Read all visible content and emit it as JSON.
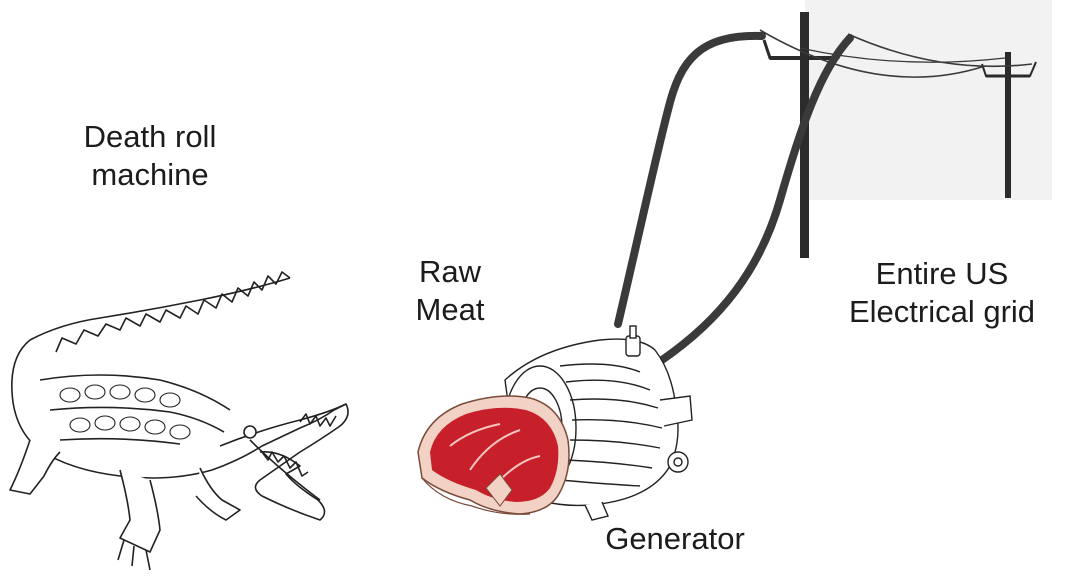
{
  "labels": {
    "crocodile": {
      "line1": "Death roll",
      "line2": "machine"
    },
    "meat": {
      "line1": "Raw",
      "line2": "Meat"
    },
    "generator": {
      "line1": "Generator"
    },
    "grid": {
      "line1": "Entire US",
      "line2": "Electrical grid"
    }
  },
  "colors": {
    "background": "#ffffff",
    "sky_panel": "#f2f2f2",
    "cable": "#3a3a3a",
    "pole": "#2b2b2b",
    "meat_red": "#c8202a",
    "meat_fat": "#f1d2c4",
    "line_art": "#222222"
  },
  "icons": [
    "crocodile-drawing",
    "steak-drawing",
    "alternator-drawing",
    "power-pole-icon"
  ]
}
